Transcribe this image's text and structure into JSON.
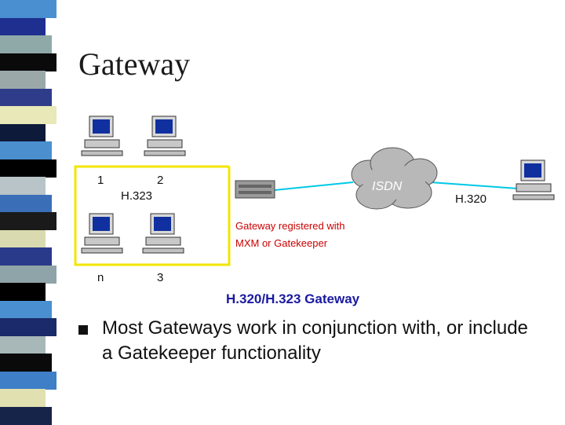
{
  "slide": {
    "title": "Gateway",
    "stripe_colors": [
      "#4a8fd0",
      "#1f2f8f",
      "#8fa9a8",
      "#0a0a0a",
      "#9aa8a8",
      "#2e3c8a",
      "#e8e8b8",
      "#0e1a3a",
      "#4b8fcf",
      "#000000",
      "#b8c4c8",
      "#3a6fb8",
      "#1a1a1a",
      "#dadab0",
      "#2a3a8a",
      "#8fa4a8",
      "#000000",
      "#4a8fd0",
      "#1a2a6a",
      "#a8b8b8",
      "#0a0a0a",
      "#3f7fc8",
      "#e0e0b0",
      "#16244a"
    ]
  },
  "diagram": {
    "caption": "H.320/H.323 Gateway",
    "lan_label": "H.323",
    "wan_label": "H.320",
    "cloud_label": "ISDN",
    "gateway_note_line1": "Gateway registered with",
    "gateway_note_line2": "MXM or Gatekeeper",
    "terminals": [
      {
        "label": "1"
      },
      {
        "label": "2"
      },
      {
        "label": "n"
      },
      {
        "label": "3"
      }
    ],
    "colors": {
      "lan": "#f2e600",
      "link": "#00c8e6",
      "note": "#cc0000",
      "caption": "#1a1aa0",
      "cloud": "#b8b8b8"
    }
  },
  "bullets": [
    {
      "text": "Most Gateways work in conjunction with, or include a Gatekeeper functionality"
    }
  ]
}
